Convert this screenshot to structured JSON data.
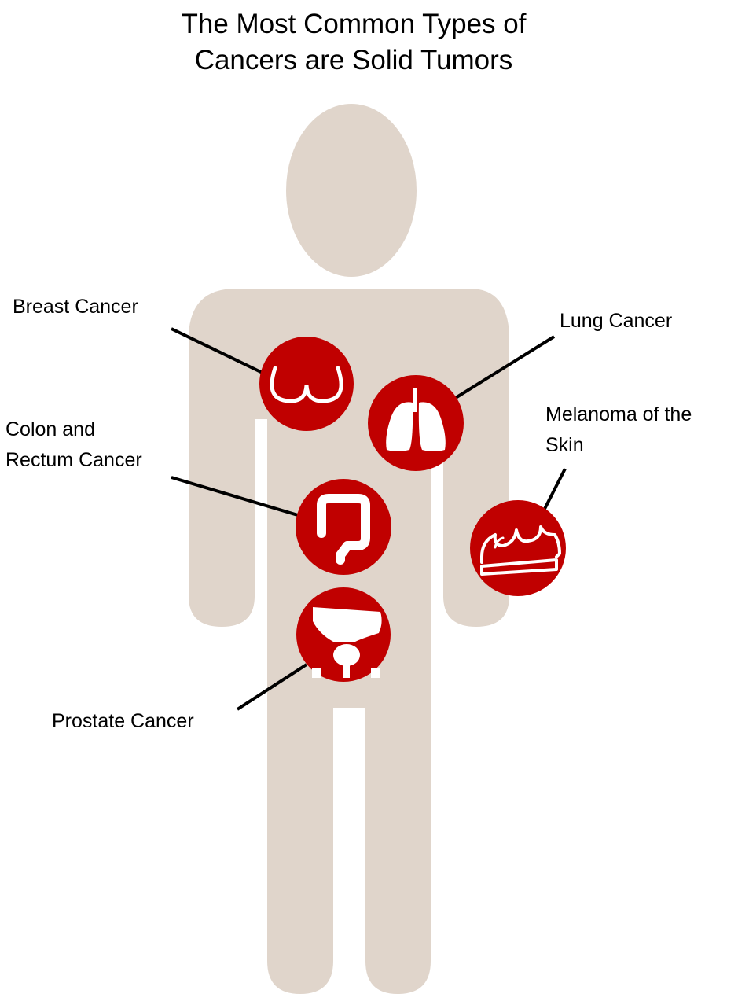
{
  "title": {
    "line1": "The Most Common Types of",
    "line2": "Cancers are Solid Tumors"
  },
  "colors": {
    "body": "#e0d5cb",
    "badge": "#c00000",
    "icon": "#ffffff",
    "leader": "#000000"
  },
  "labels": {
    "breast": "Breast Cancer",
    "lung": "Lung Cancer",
    "colon_line1": "Colon and",
    "colon_line2": "Rectum Cancer",
    "melanoma_line1": "Melanoma of the",
    "melanoma_line2": "Skin",
    "prostate": "Prostate Cancer"
  },
  "icons": {
    "breast": "breast-icon",
    "lung": "lungs-icon",
    "colon": "colon-icon",
    "skin": "skin-layers-icon",
    "prostate": "prostate-icon"
  }
}
